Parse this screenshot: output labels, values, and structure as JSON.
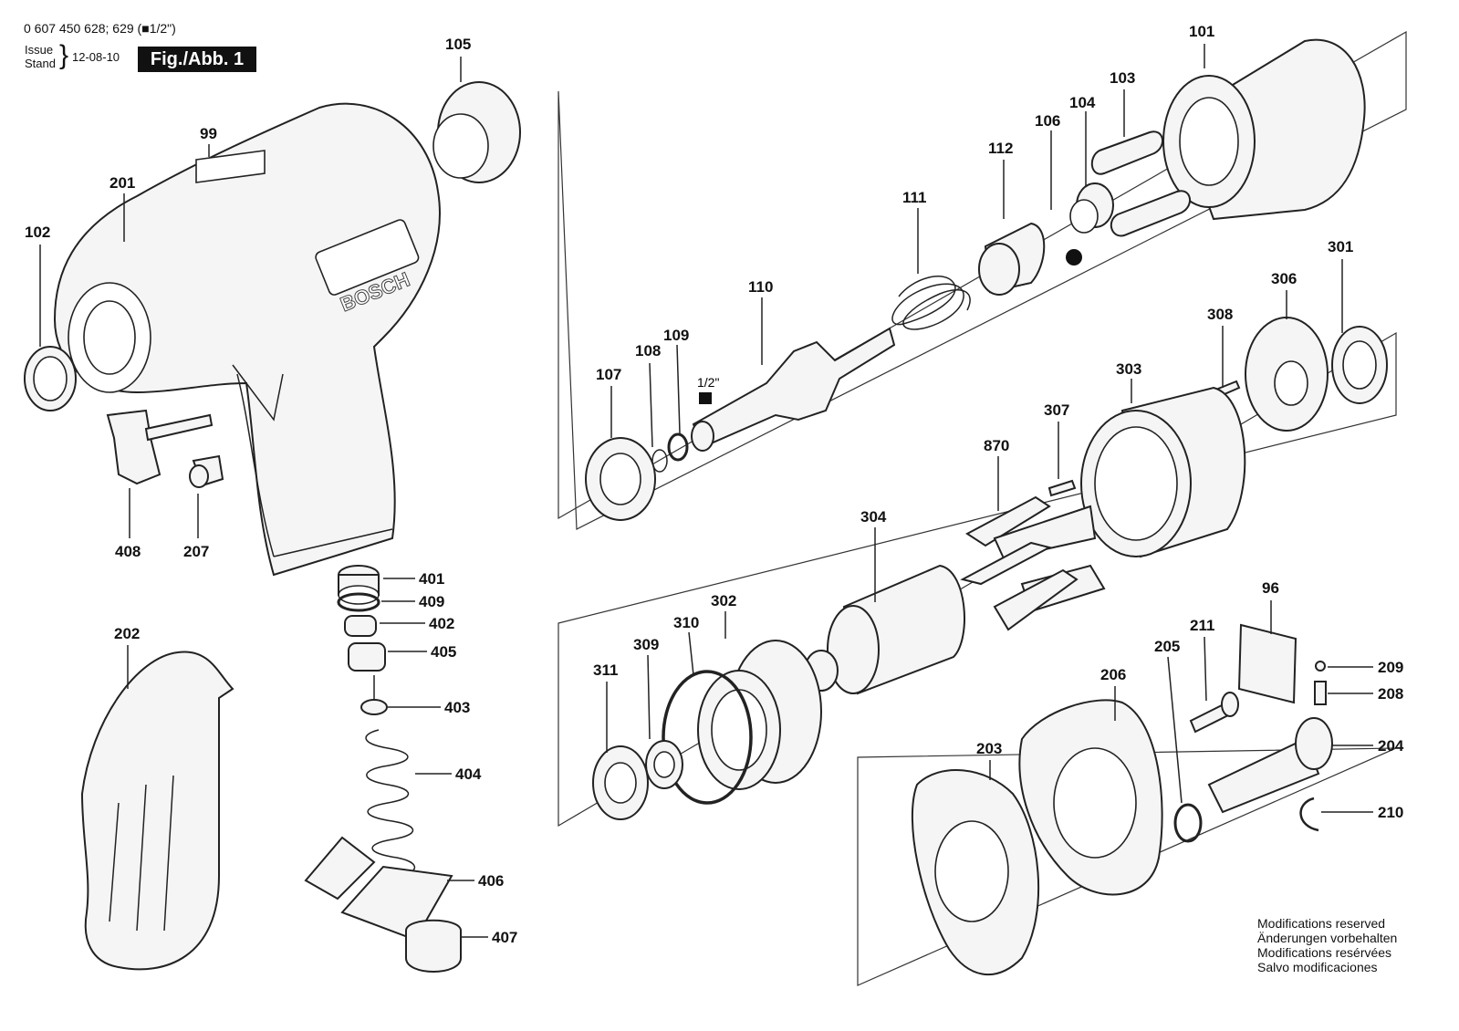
{
  "header": {
    "part_numbers": "0 607 450 628; 629 (",
    "drive_symbol": "■",
    "drive_size": "1/2\")",
    "issue_label": "Issue",
    "stand_label": "Stand",
    "date": "12-08-10",
    "figure_label": "Fig./Abb. 1"
  },
  "notes": [
    "Modifications reserved",
    "Änderungen vorbehalten",
    "Modifications resérvées",
    "Salvo modificaciones"
  ],
  "drawing": {
    "brand_text": "BOSCH",
    "drive_callout": "1/2\"",
    "part_labels": {
      "p101": "101",
      "p102": "102",
      "p103": "103",
      "p104": "104",
      "p105": "105",
      "p106": "106",
      "p107": "107",
      "p108": "108",
      "p109": "109",
      "p110": "110",
      "p111": "111",
      "p112": "112",
      "p99": "99",
      "p201": "201",
      "p202": "202",
      "p203": "203",
      "p204": "204",
      "p205": "205",
      "p206": "206",
      "p207": "207",
      "p208": "208",
      "p209": "209",
      "p210": "210",
      "p211": "211",
      "p96": "96",
      "p301": "301",
      "p302": "302",
      "p303": "303",
      "p304": "304",
      "p306": "306",
      "p307": "307",
      "p308": "308",
      "p309": "309",
      "p310": "310",
      "p311": "311",
      "p870": "870",
      "p401": "401",
      "p402": "402",
      "p403": "403",
      "p404": "404",
      "p405": "405",
      "p406": "406",
      "p407": "407",
      "p408": "408",
      "p409": "409"
    }
  }
}
